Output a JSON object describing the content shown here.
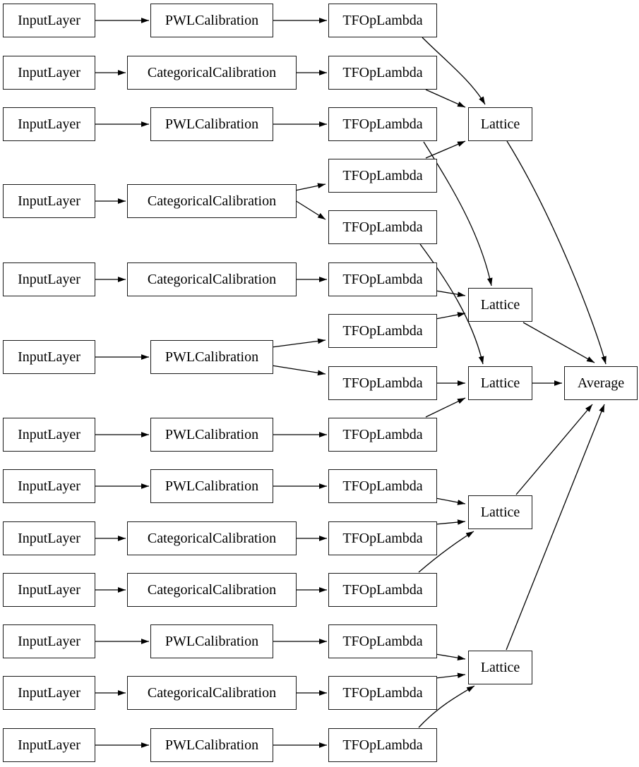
{
  "diagram": {
    "type": "keras-model-graph",
    "colors": {
      "background": "#ffffff",
      "node_fill": "#ffffff",
      "node_border": "#000000",
      "edge": "#000000",
      "text": "#000000"
    },
    "labels": {
      "input_layer": "InputLayer",
      "pwl_calibration": "PWLCalibration",
      "categorical_calibration": "CategoricalCalibration",
      "tf_op_lambda": "TFOpLambda",
      "lattice": "Lattice",
      "average": "Average"
    },
    "structure": {
      "counts": {
        "input_layers": 13,
        "calibrations": 13,
        "tf_op_lambdas": 15,
        "lattices": 5,
        "outputs": 1
      },
      "input_rows": [
        {
          "row": 1,
          "calibration": "PWLCalibration",
          "tf_op_lambda_outputs": 1,
          "feeds_lattices": [
            1
          ]
        },
        {
          "row": 2,
          "calibration": "CategoricalCalibration",
          "tf_op_lambda_outputs": 1,
          "feeds_lattices": [
            1
          ]
        },
        {
          "row": 3,
          "calibration": "PWLCalibration",
          "tf_op_lambda_outputs": 1,
          "feeds_lattices": [
            2
          ]
        },
        {
          "row": 4,
          "calibration": "CategoricalCalibration",
          "tf_op_lambda_outputs": 2,
          "feeds_lattices": [
            1,
            3
          ]
        },
        {
          "row": 5,
          "calibration": "CategoricalCalibration",
          "tf_op_lambda_outputs": 1,
          "feeds_lattices": [
            2
          ]
        },
        {
          "row": 6,
          "calibration": "PWLCalibration",
          "tf_op_lambda_outputs": 2,
          "feeds_lattices": [
            2,
            3
          ]
        },
        {
          "row": 7,
          "calibration": "PWLCalibration",
          "tf_op_lambda_outputs": 1,
          "feeds_lattices": [
            3
          ]
        },
        {
          "row": 8,
          "calibration": "PWLCalibration",
          "tf_op_lambda_outputs": 1,
          "feeds_lattices": [
            4
          ]
        },
        {
          "row": 9,
          "calibration": "CategoricalCalibration",
          "tf_op_lambda_outputs": 1,
          "feeds_lattices": [
            4
          ]
        },
        {
          "row": 10,
          "calibration": "CategoricalCalibration",
          "tf_op_lambda_outputs": 1,
          "feeds_lattices": [
            4
          ]
        },
        {
          "row": 11,
          "calibration": "PWLCalibration",
          "tf_op_lambda_outputs": 1,
          "feeds_lattices": [
            5
          ]
        },
        {
          "row": 12,
          "calibration": "CategoricalCalibration",
          "tf_op_lambda_outputs": 1,
          "feeds_lattices": [
            5
          ]
        },
        {
          "row": 13,
          "calibration": "PWLCalibration",
          "tf_op_lambda_outputs": 1,
          "feeds_lattices": [
            5
          ]
        }
      ],
      "lattice_outputs": "Average"
    }
  }
}
